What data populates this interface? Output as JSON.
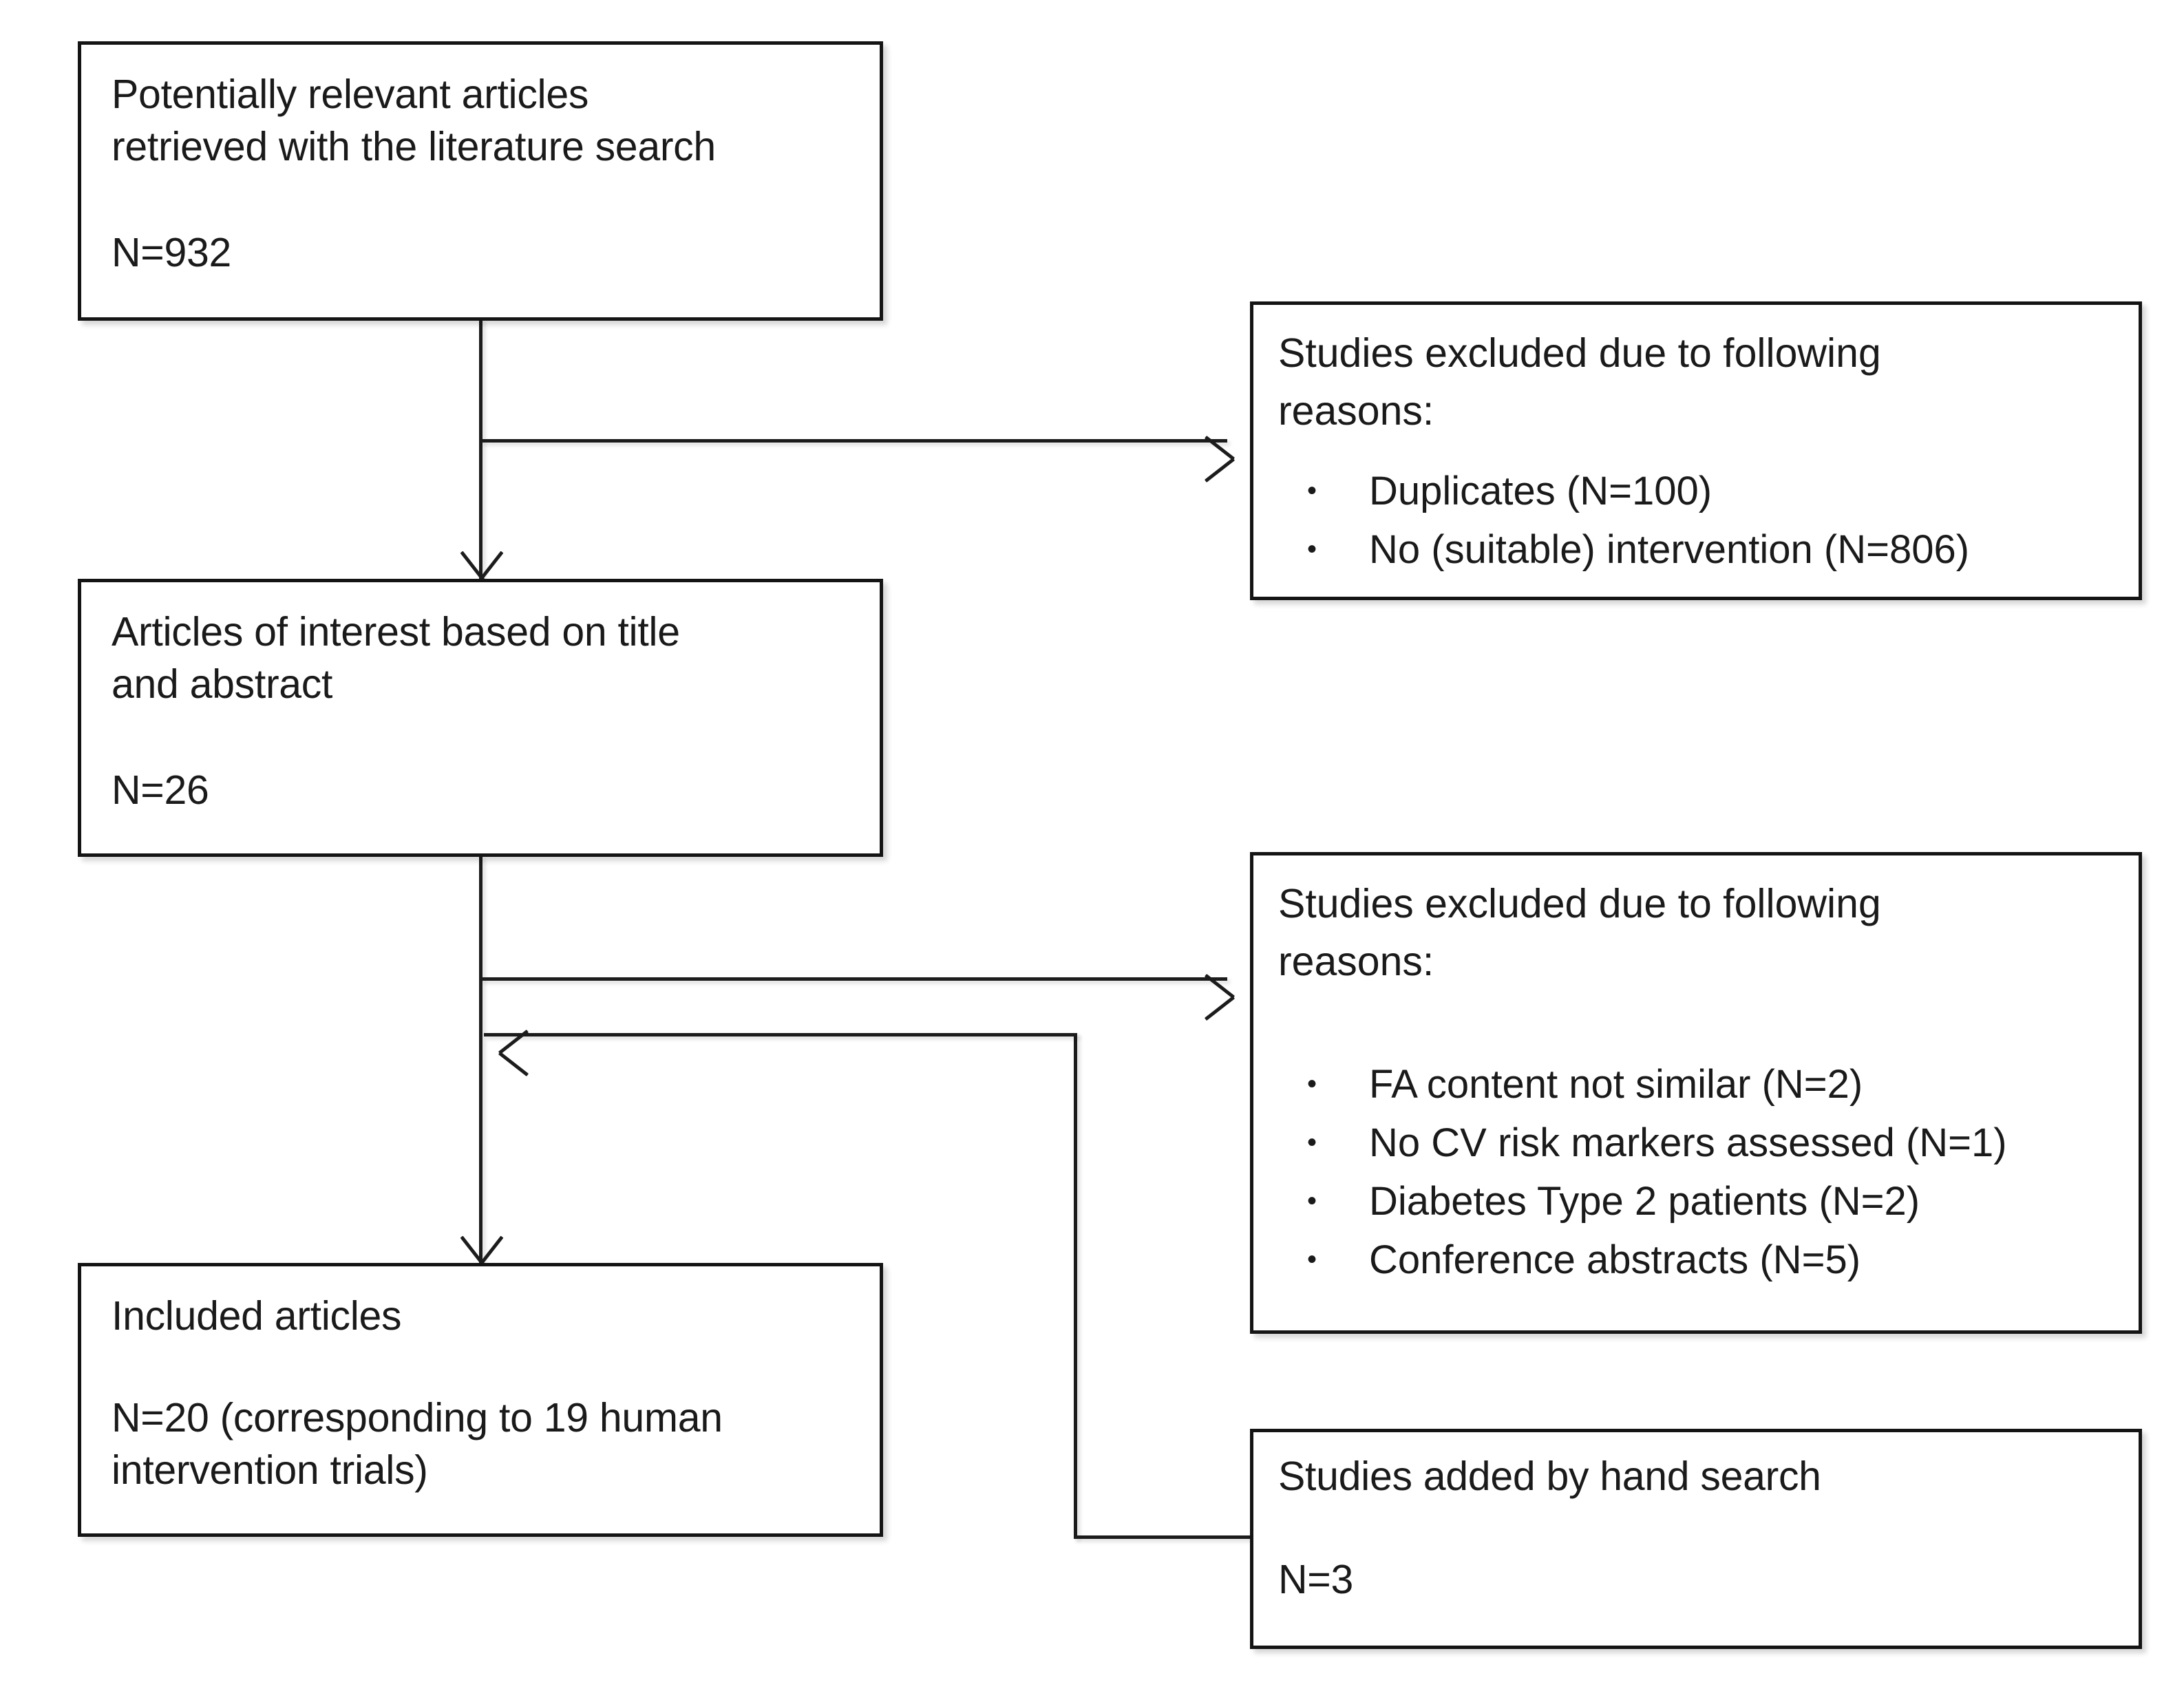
{
  "diagram": {
    "type": "prisma-flow-diagram",
    "colors": {
      "line": "#1c1c1c",
      "box_border": "#141414",
      "text": "#1a1a1a",
      "background": "#ffffff"
    },
    "boxes": {
      "retrieved": {
        "heading": "Potentially relevant articles\nretrieved with the literature search",
        "count": "N=932"
      },
      "interest": {
        "heading": "Articles of interest based on title\nand abstract",
        "count": "N=26"
      },
      "included": {
        "heading": "Included articles",
        "count": "N=20 (corresponding  to 19 human\nintervention trials)"
      },
      "excluded_1": {
        "heading": "Studies excluded due to following\nreasons:",
        "reasons": [
          "Duplicates (N=100)",
          "No (suitable) intervention  (N=806)"
        ]
      },
      "excluded_2": {
        "heading": "Studies  excluded due to following\nreasons:",
        "reasons": [
          "FA content not similar (N=2)",
          "No CV risk markers assessed  (N=1)",
          "Diabetes Type  2 patients (N=2)",
          "Conference  abstracts (N=5)"
        ]
      },
      "hand_search": {
        "heading": "Studies added by hand search",
        "count": "N=3"
      }
    },
    "bullet_glyph": "•",
    "connectors": [
      {
        "name": "retrieved-to-interest",
        "kind": "vertical-arrow-down"
      },
      {
        "name": "retrieved-to-excluded-1",
        "kind": "horizontal-arrow-right"
      },
      {
        "name": "interest-to-included",
        "kind": "vertical-arrow-down"
      },
      {
        "name": "interest-to-excluded-2",
        "kind": "horizontal-arrow-right"
      },
      {
        "name": "hand-search-to-included",
        "kind": "elbow-arrow-left"
      }
    ]
  }
}
